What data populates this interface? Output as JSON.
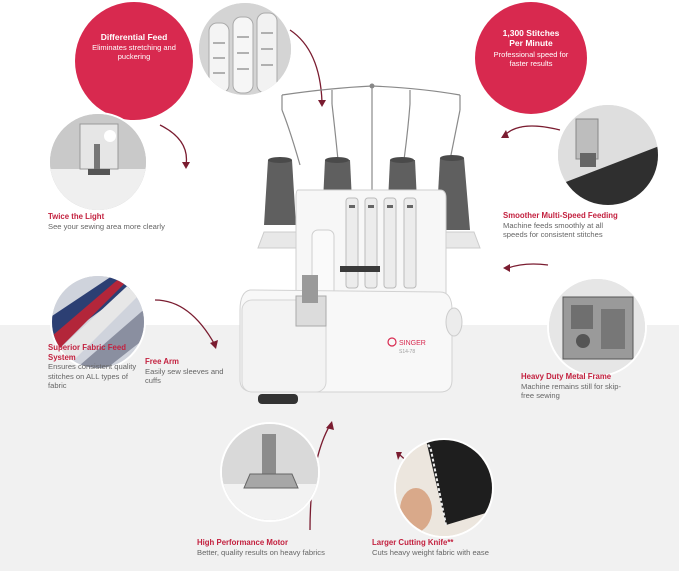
{
  "colors": {
    "accent": "#d8294f",
    "heading": "#c3213f",
    "body_text": "#666666",
    "floor": "#f1f1f1"
  },
  "callouts": {
    "differential_feed": {
      "title": "Differential Feed",
      "desc": "Eliminates stretching and puckering"
    },
    "stitches_per_minute": {
      "title": "1,300 Stitches Per Minute",
      "desc": "Professional speed for faster results"
    }
  },
  "features": {
    "twice_light": {
      "title": "Twice the Light",
      "desc": "See your sewing area more clearly"
    },
    "multi_speed": {
      "title": "Smoother Multi-Speed Feeding",
      "desc": "Machine feeds smoothly at all speeds for consistent stitches"
    },
    "free_arm": {
      "title": "Free Arm",
      "desc": "Easily sew sleeves and cuffs"
    },
    "superior_fabric": {
      "title": "Superior Fabric Feed System",
      "desc": "Ensures consistent quality stitches on ALL types of fabric"
    },
    "metal_frame": {
      "title": "Heavy Duty Metal Frame",
      "desc": "Machine remains still for skip-free sewing"
    },
    "motor": {
      "title": "High Performance Motor",
      "desc": "Better, quality results on heavy fabrics"
    },
    "knife": {
      "title": "Larger Cutting Knife**",
      "desc": "Cuts heavy weight fabric with ease"
    }
  },
  "machine": {
    "brand": "SINGER",
    "model": "S14-78"
  },
  "icons": [
    "dial-closeup-icon",
    "needle-closeup-icon",
    "fabric-swatch-icon",
    "metal-frame-icon",
    "presser-foot-icon",
    "cutting-knife-icon"
  ]
}
